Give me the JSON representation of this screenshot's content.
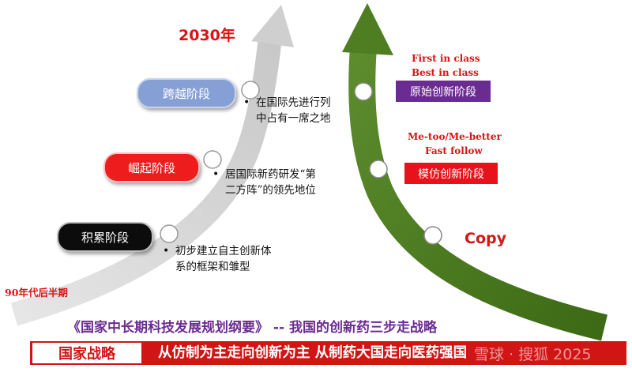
{
  "labels": {
    "year_2030": "2030年",
    "start_period": "90年代后半期",
    "copy": "Copy"
  },
  "left_stages": [
    {
      "pill": "跨越阶段",
      "desc": [
        "在国际先进行列",
        "中占有一席之地"
      ]
    },
    {
      "pill": "崛起阶段",
      "desc": [
        "居国际新药研发“第",
        "二方阵”的领先地位"
      ]
    },
    {
      "pill": "积累阶段",
      "desc": [
        "初步建立自主创新体",
        "系的框架和雏型"
      ]
    }
  ],
  "right_stages": {
    "original": {
      "tag_line1": "First in class",
      "tag_line2": "Best in class",
      "box": "原始创新阶段"
    },
    "imitative": {
      "tag_line1": "Me-too/Me-better",
      "tag_line2": "Fast follow",
      "box": "模仿创新阶段"
    }
  },
  "caption": "《国家中长期科技发展规划纲要》 -- 我国的创新药三步走战略",
  "bottom": {
    "left_label": "国家战略",
    "text": "从仿制为主走向创新为主  从制药大国走向医药强国",
    "watermark": "雪球 · 搜狐 2025"
  },
  "colors": {
    "gray_arrow": "#d3d3d3",
    "green_arrow": "#4a7a20",
    "accent_red": "#d91414",
    "purple": "#6b2c91",
    "bar_red": "#d11515"
  }
}
